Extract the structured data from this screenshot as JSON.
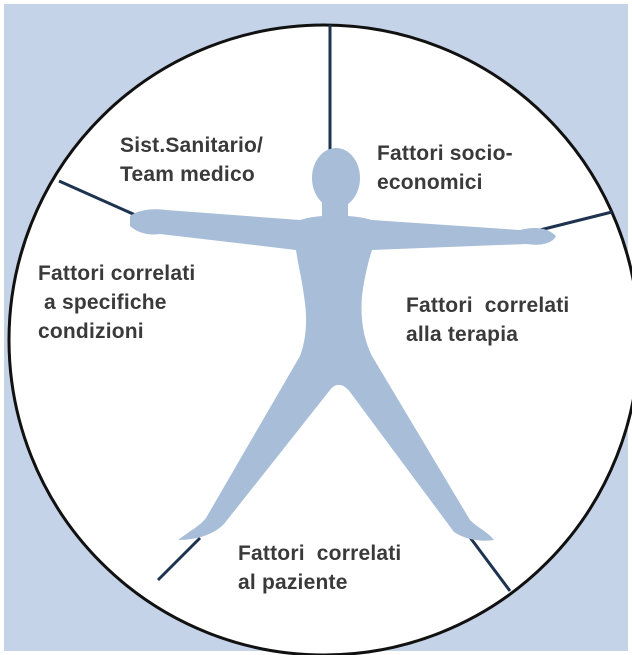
{
  "colors": {
    "background_panel": "#c5d3e8",
    "circle_fill": "#ffffff",
    "circle_stroke": "#111111",
    "divider": "#1e3350",
    "figure": "#a8bdd8",
    "text": "#3a3a3a"
  },
  "segments": [
    {
      "id": "healthcare",
      "lines": [
        "Sist.Sanitario/",
        "Team medico"
      ]
    },
    {
      "id": "socioeconomic",
      "lines": [
        "Fattori socio-",
        "economici"
      ]
    },
    {
      "id": "conditions",
      "lines": [
        "Fattori correlati",
        " a specifiche",
        "condizioni"
      ]
    },
    {
      "id": "therapy",
      "lines": [
        "Fattori  correlati",
        "alla terapia"
      ]
    },
    {
      "id": "patient",
      "lines": [
        "Fattori  correlati",
        "al paziente"
      ]
    }
  ],
  "figure_icon": "human-figure-icon"
}
